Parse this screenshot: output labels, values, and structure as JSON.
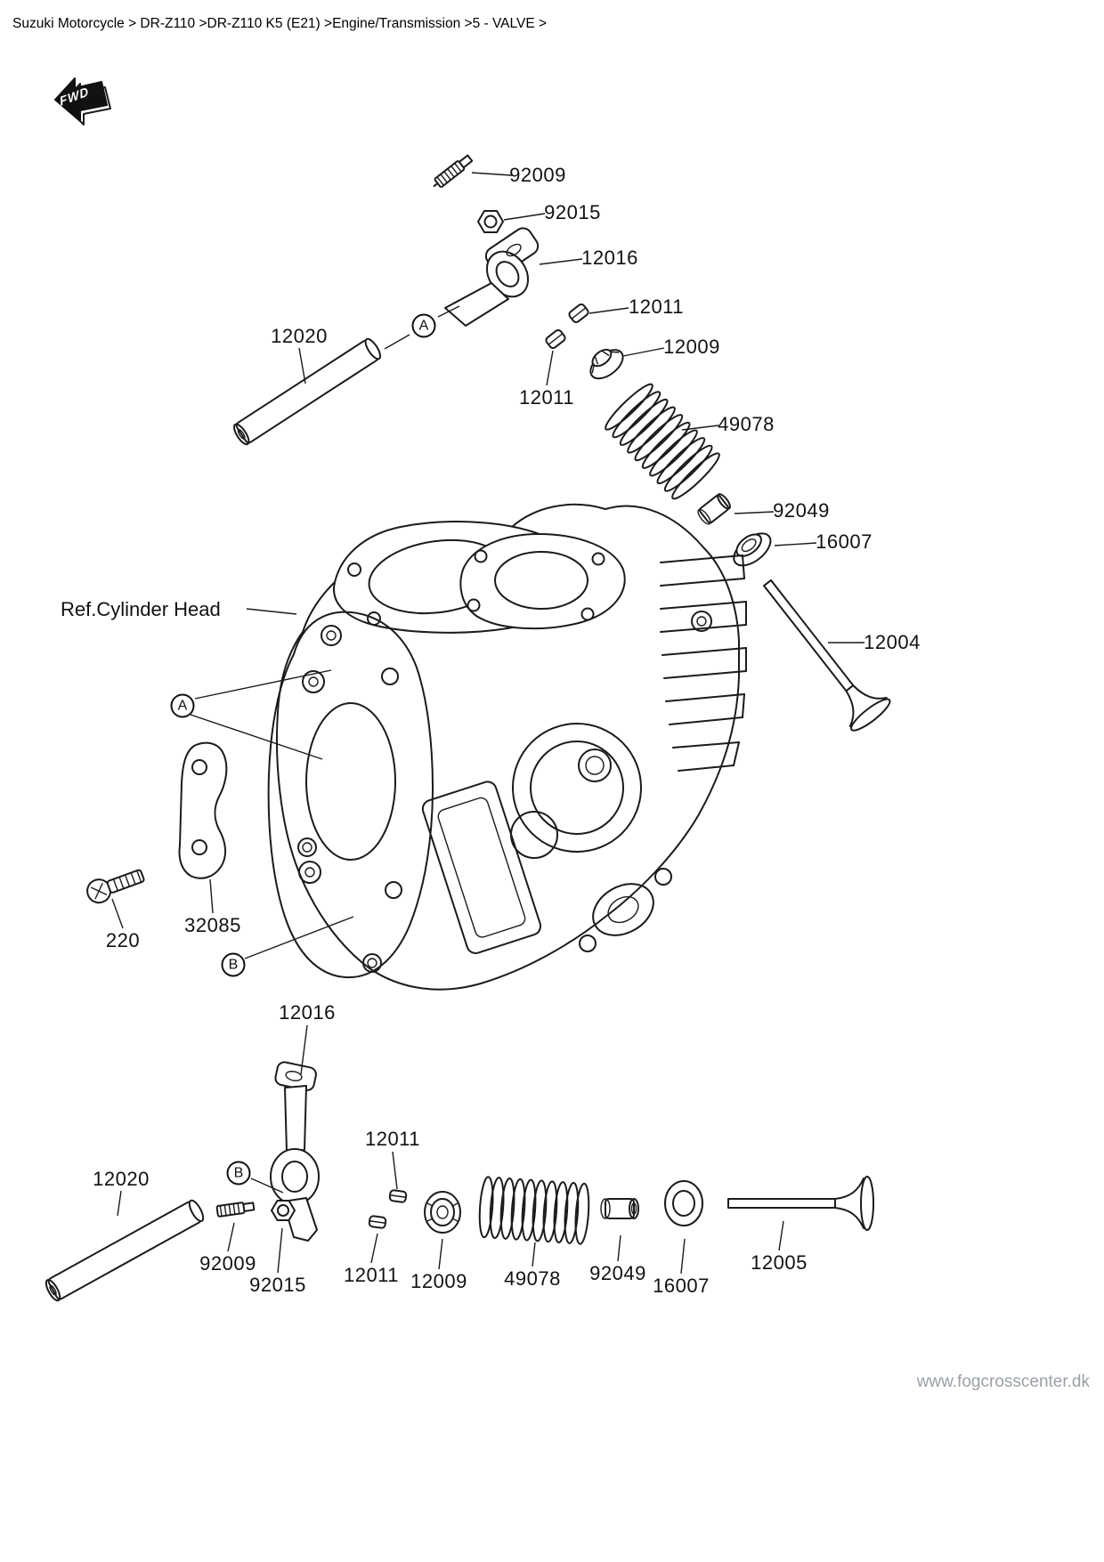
{
  "page": {
    "breadcrumb": "Suzuki Motorcycle > DR-Z110 >DR-Z110 K5 (E21) >Engine/Transmission >5 - VALVE >",
    "watermark": "www.fogcrosscenter.dk"
  },
  "icons": {
    "fwd": "FWD"
  },
  "diagram": {
    "ref_label": "Ref.Cylinder Head",
    "markers": {
      "a": "A",
      "b": "B"
    },
    "parts": {
      "p92009": "92009",
      "p92015": "92015",
      "p12016": "12016",
      "p12011": "12011",
      "p12009": "12009",
      "p12020": "12020",
      "p49078": "49078",
      "p92049": "92049",
      "p16007": "16007",
      "p12004": "12004",
      "p12005": "12005",
      "p220": "220",
      "p32085": "32085"
    }
  }
}
